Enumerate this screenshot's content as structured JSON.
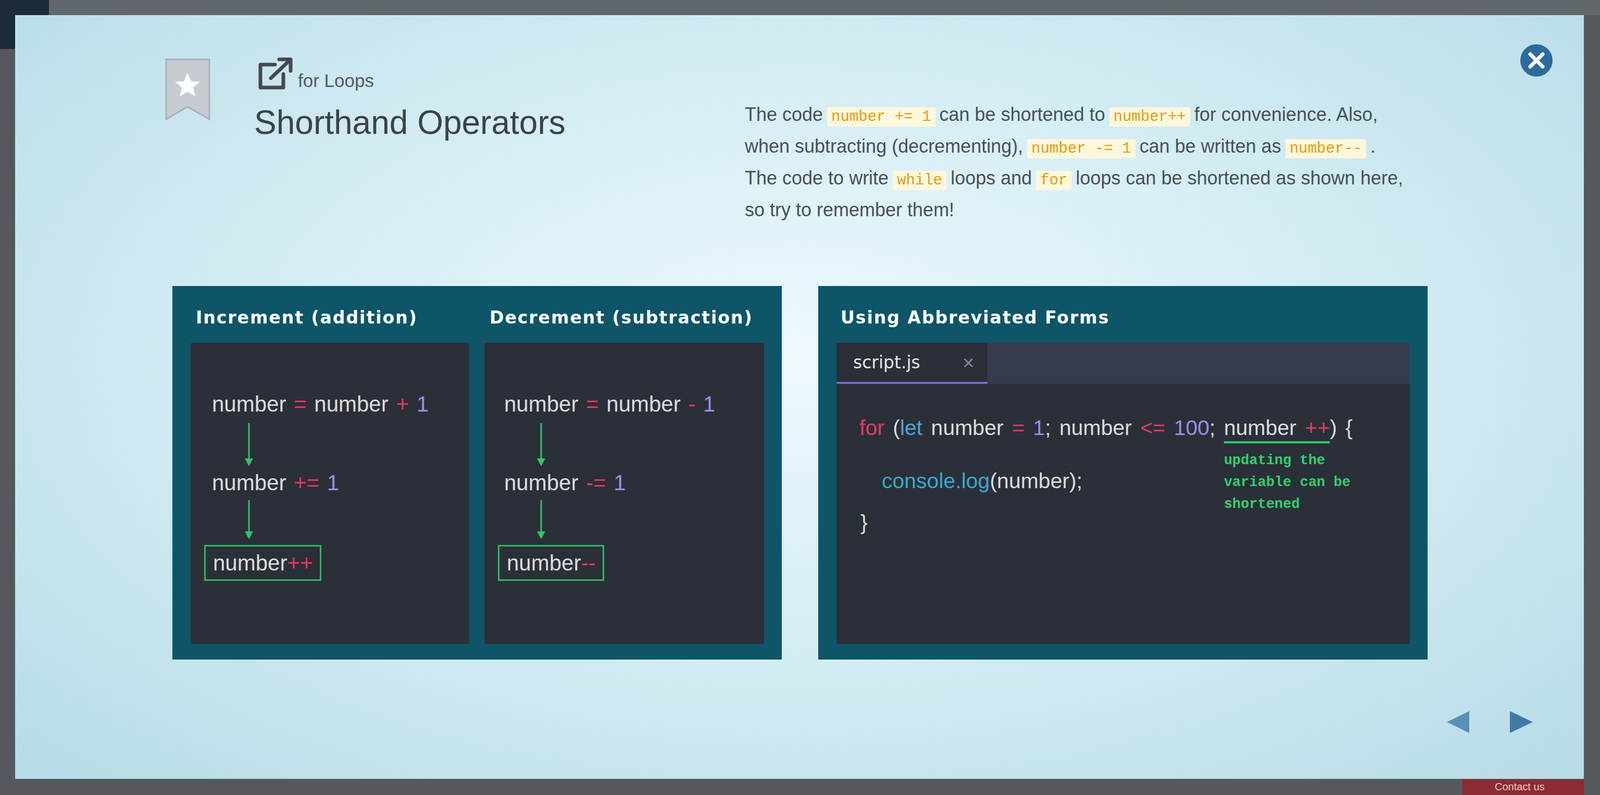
{
  "diagram": {
    "title": "Shorthand Operators",
    "nodes": [
      {
        "text": [
          "Increment (addition)"
        ]
      },
      {
        "text": [
          "number",
          "++"
        ],
        "in": 0
      },
      {
        "text": [
          "Decrement (subtraction)"
        ]
      },
      {
        "text": [
          "number",
          "--"
        ],
        "in": 2
      },
      {
        "text": [
          "Using Abbreviated Forms"
        ]
      },
      {
        "text": [
          "script.js",
          "×"
        ],
        "in": 4
      }
    ],
    "labels": [
      "for Loops",
      "The code",
      "number += 1",
      "can be shortened to",
      "number++",
      "for convenience. Also, when subtracting (decrementing),",
      "number -= 1",
      "can be written as",
      "number--",
      ". The code to write",
      "while",
      "loops and",
      "for",
      "loops can be shortened as shown here, so try to remember them!",
      "number",
      "=",
      "number",
      "+",
      "1",
      "number",
      "+=",
      "1",
      "number",
      "=",
      "number",
      "-",
      "1",
      "number",
      "-=",
      "1",
      "for",
      "(",
      "let",
      "number",
      "=",
      "1",
      ";",
      "number",
      "<=",
      "100",
      ";",
      "number",
      "++",
      ")",
      "{",
      "console.log",
      "(number);",
      "}",
      "updating the variable can be shortened",
      "Contact us"
    ]
  }
}
